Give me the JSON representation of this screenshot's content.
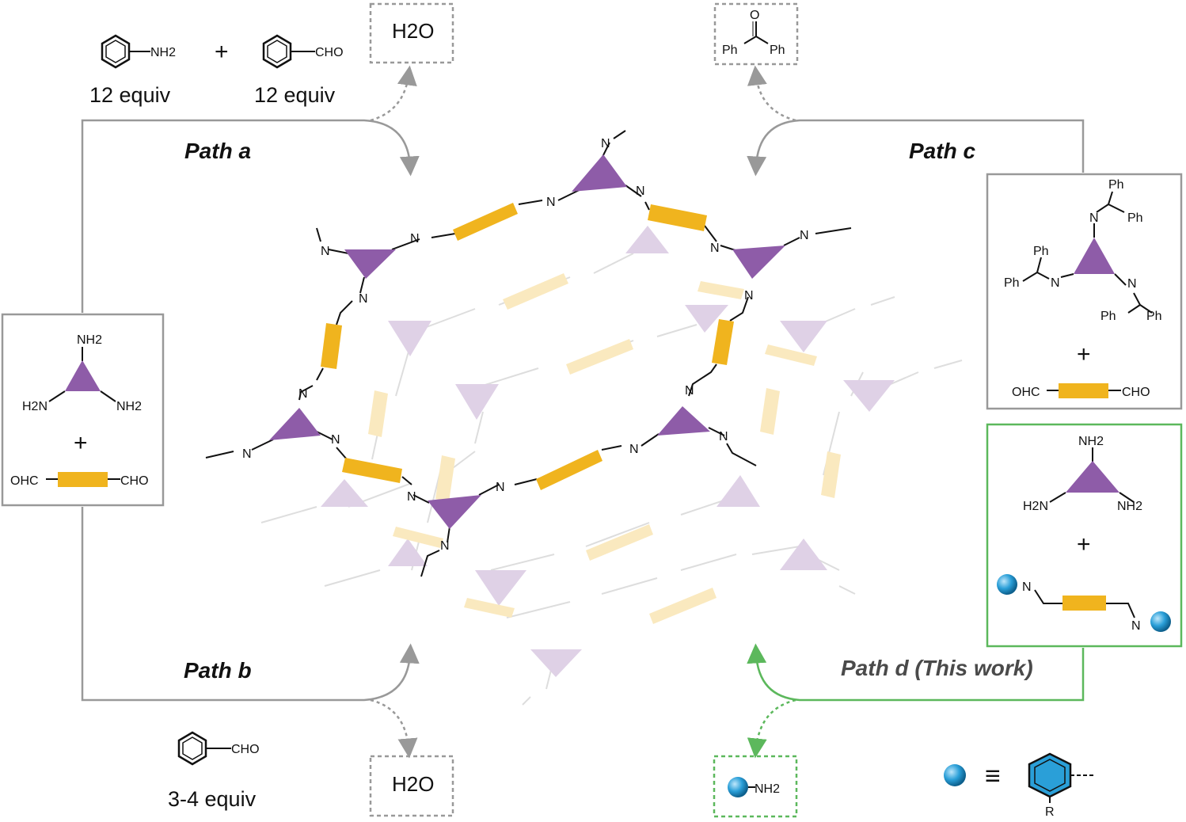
{
  "colors": {
    "arrow_gray": "#999999",
    "arrow_green": "#5cb85c",
    "triangle_purple": "#8e5ca8",
    "linker_gold": "#f0b41e",
    "bead_blue": "#2a9fd8",
    "box_gray": "#999999",
    "box_green": "#5cb85c"
  },
  "path_a": {
    "title": "Path a",
    "reagent1_group": "NH2",
    "reagent1_equiv": "12 equiv",
    "plus": "+",
    "reagent2_group": "CHO",
    "reagent2_equiv": "12 equiv",
    "byproduct": "H2O"
  },
  "path_b": {
    "title": "Path b",
    "reagent_group": "CHO",
    "reagent_equiv": "3-4 equiv",
    "byproduct": "H2O"
  },
  "path_c": {
    "title": "Path c",
    "byproduct_left": "Ph",
    "byproduct_right": "Ph",
    "byproduct_o": "O",
    "box_ph": "Ph",
    "box_n": "N",
    "plus": "+",
    "linker_left": "OHC",
    "linker_right": "CHO"
  },
  "path_d": {
    "title": "Path d (This work)",
    "byproduct_group": "NH2",
    "box_n": "N",
    "plus": "+",
    "amine_top": "NH2",
    "amine_left": "H2N",
    "amine_right": "NH2"
  },
  "left_box": {
    "amine_top": "NH2",
    "amine_left": "H2N",
    "amine_right": "NH2",
    "plus": "+",
    "linker_left": "OHC",
    "linker_right": "CHO"
  },
  "legend": {
    "equiv_symbol": "≡",
    "substituent": "R"
  },
  "network": {
    "imine_n": "N"
  }
}
